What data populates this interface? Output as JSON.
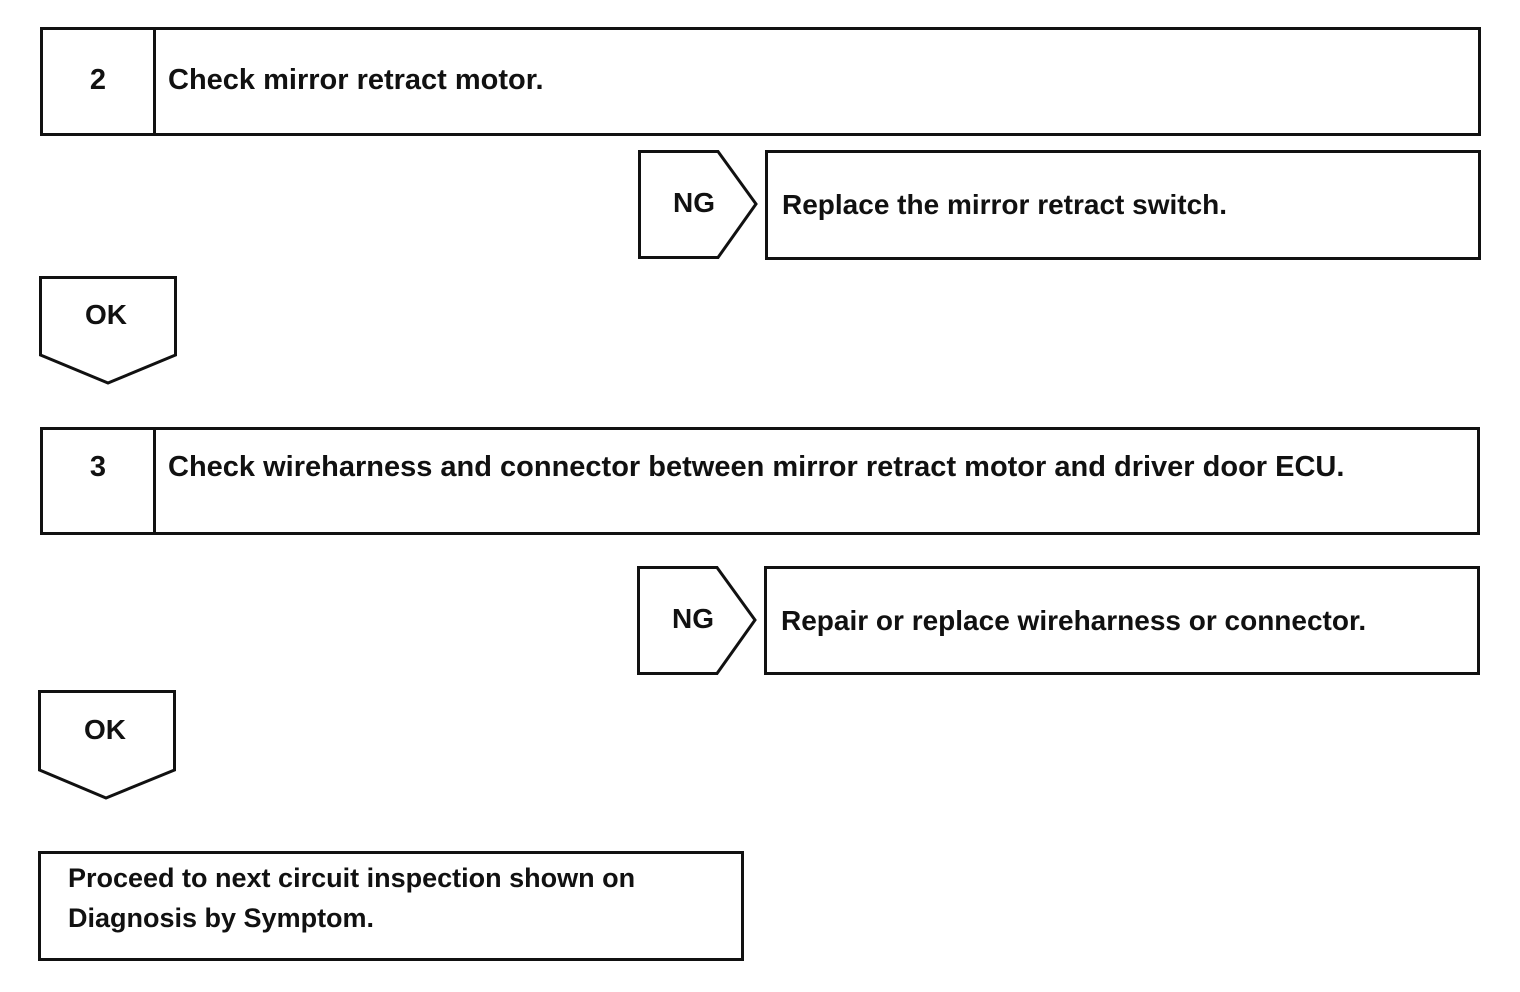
{
  "steps": [
    {
      "number": "2",
      "text": "Check mirror retract motor."
    },
    {
      "number": "3",
      "text": "Check wireharness and connector between mirror retract motor and driver door ECU."
    }
  ],
  "ng_results": [
    {
      "label": "NG",
      "text": "Replace the mirror retract switch."
    },
    {
      "label": "NG",
      "text": "Repair or replace wireharness or connector."
    }
  ],
  "ok_arrows": [
    {
      "label": "OK"
    },
    {
      "label": "OK"
    }
  ],
  "final": {
    "text": "Proceed to next circuit inspection shown on Diagnosis by Symptom."
  }
}
